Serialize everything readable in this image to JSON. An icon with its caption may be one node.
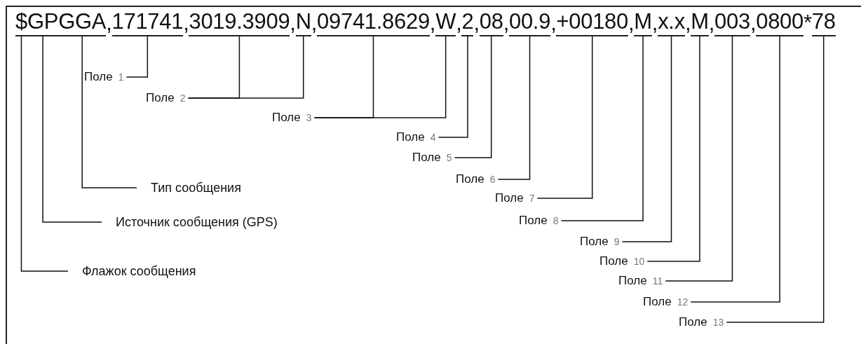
{
  "diagram": {
    "nodes": [
      {
        "text": [
          "$"
        ]
      },
      {
        "text": [
          "GP"
        ]
      },
      {
        "text": [
          "GGA"
        ],
        "beside": [
          ","
        ]
      },
      {
        "text": [
          "171741"
        ],
        "beside": [
          ","
        ]
      },
      {
        "text": [
          "3019.3909"
        ],
        "beside": [
          ","
        ]
      },
      {
        "text": [
          "N"
        ],
        "beside": [
          ","
        ]
      },
      {
        "text": [
          "09741.8629"
        ],
        "beside": [
          ","
        ]
      },
      {
        "text": [
          "W"
        ],
        "beside": [
          ","
        ]
      },
      {
        "text": [
          "2"
        ],
        "beside": [
          ","
        ]
      },
      {
        "text": [
          "08"
        ],
        "beside": [
          ","
        ]
      },
      {
        "text": [
          "00.9"
        ],
        "beside": [
          ","
        ]
      },
      {
        "text": [
          "+00180"
        ],
        "beside": [
          ","
        ]
      },
      {
        "text": [
          "M"
        ],
        "beside": [
          ","
        ]
      },
      {
        "text": [
          "x.x"
        ],
        "beside": [
          ","
        ]
      },
      {
        "text": [
          "M"
        ],
        "beside": [
          ","
        ]
      },
      {
        "text": [
          "003"
        ],
        "beside": [
          ","
        ]
      },
      {
        "text": [
          "0800"
        ],
        "beside": [
          "*"
        ]
      },
      {
        "text": [
          "78"
        ]
      },
      {
        "text": [
          "Поле",
          "1"
        ]
      },
      {
        "text": [
          "Поле",
          "2"
        ]
      },
      {
        "text": [
          "Поле",
          "3"
        ]
      },
      {
        "text": [
          "Поле",
          "4"
        ]
      },
      {
        "text": [
          "Поле",
          "5"
        ]
      },
      {
        "text": [
          "Поле",
          "6"
        ]
      },
      {
        "text": [
          "Поле",
          "7"
        ]
      },
      {
        "text": [
          "Поле",
          "8"
        ]
      },
      {
        "text": [
          "Поле",
          "9"
        ]
      },
      {
        "text": [
          "Поле",
          "10"
        ]
      },
      {
        "text": [
          "Поле",
          "11"
        ]
      },
      {
        "text": [
          "Поле",
          "12"
        ]
      },
      {
        "text": [
          "Поле",
          "13"
        ]
      },
      {
        "text": [
          "Тип сообщения"
        ]
      },
      {
        "text": [
          "Источник сообщения (GPS)"
        ]
      },
      {
        "text": [
          "Флажок сообщения"
        ]
      }
    ],
    "edges": [
      {
        "from": 18,
        "to": 3,
        "arrow": "none"
      },
      {
        "from": 19,
        "to": 4,
        "arrow": "none"
      },
      {
        "from": 19,
        "to": 5,
        "arrow": "none"
      },
      {
        "from": 20,
        "to": 6,
        "arrow": "none"
      },
      {
        "from": 20,
        "to": 7,
        "arrow": "none"
      },
      {
        "from": 21,
        "to": 8,
        "arrow": "none"
      },
      {
        "from": 22,
        "to": 9,
        "arrow": "none"
      },
      {
        "from": 23,
        "to": 10,
        "arrow": "none"
      },
      {
        "from": 24,
        "to": 11,
        "arrow": "none"
      },
      {
        "from": 25,
        "to": 12,
        "arrow": "none"
      },
      {
        "from": 26,
        "to": 13,
        "arrow": "none"
      },
      {
        "from": 27,
        "to": 14,
        "arrow": "none"
      },
      {
        "from": 28,
        "to": 15,
        "arrow": "none"
      },
      {
        "from": 29,
        "to": 16,
        "arrow": "none"
      },
      {
        "from": 30,
        "to": 17,
        "arrow": "none"
      },
      {
        "from": 31,
        "to": 2,
        "arrow": "none"
      },
      {
        "from": 32,
        "to": 1,
        "arrow": "none"
      },
      {
        "from": 33,
        "to": 0,
        "arrow": "none"
      }
    ]
  }
}
